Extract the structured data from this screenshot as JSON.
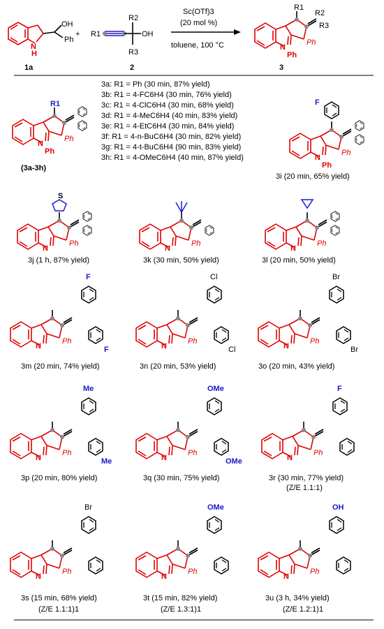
{
  "scheme": {
    "reagent_1": "1a",
    "reagent_2": "2",
    "product": "3",
    "plus": "+",
    "condition_catalyst": "Sc(OTf)3",
    "condition_loading": "(20 mol %)",
    "condition_solvent_temp": "toluene, 100 °C",
    "labels": {
      "oh": "OH",
      "ph": "Ph",
      "nh": "N",
      "h": "H",
      "n": "N",
      "r1": "R1",
      "r2": "R2",
      "r3": "R3"
    }
  },
  "table_3a_3h": {
    "label": "(3a-3h)",
    "entries": [
      "3a: R1 = Ph (30 min, 87% yield)",
      "3b: R1 = 4-FC6H4 (30 min, 76% yield)",
      "3c: R1 = 4-ClC6H4 (30 min, 68% yield)",
      "3d: R1 = 4-MeC6H4 (40 min, 83% yield)",
      "3e: R1 = 4-EtC6H4 (30 min, 84% yield)",
      "3f: R1 = 4-n-BuC6H4 (30 min, 82% yield)",
      "3g: R1 = 4-t-BuC6H4 (90 min, 83% yield)",
      "3h: R1 = 4-OMeC6H4 (40 min, 87% yield)"
    ]
  },
  "compounds": [
    {
      "id": "3i",
      "caption": "3i (20 min, 65% yield)",
      "sub": "F",
      "sub2": "",
      "note": ""
    },
    {
      "id": "3j",
      "caption": "3j (1 h, 87% yield)",
      "sub": "S",
      "sub2": "",
      "note": ""
    },
    {
      "id": "3k",
      "caption": "3k (30 min, 50% yield)",
      "sub": "",
      "sub2": "",
      "note": ""
    },
    {
      "id": "3l",
      "caption": "3l (20 min, 50% yield)",
      "sub": "",
      "sub2": "",
      "note": ""
    },
    {
      "id": "3m",
      "caption": "3m (20 min, 74% yield)",
      "sub": "F",
      "sub2": "F",
      "note": ""
    },
    {
      "id": "3n",
      "caption": "3n (20 min, 53% yield)",
      "sub": "Cl",
      "sub2": "Cl",
      "note": ""
    },
    {
      "id": "3o",
      "caption": "3o (20 min, 43% yield)",
      "sub": "Br",
      "sub2": "Br",
      "note": ""
    },
    {
      "id": "3p",
      "caption": "3p (20 min, 80% yield)",
      "sub": "Me",
      "sub2": "Me",
      "note": ""
    },
    {
      "id": "3q",
      "caption": "3q (30 min, 75% yield)",
      "sub": "OMe",
      "sub2": "OMe",
      "note": ""
    },
    {
      "id": "3r",
      "caption": "3r (30 min, 77% yield)",
      "sub": "F",
      "sub2": "",
      "note": "(Z/E 1.1:1)"
    },
    {
      "id": "3s",
      "caption": "3s (15 min, 68% yield)",
      "sub": "Br",
      "sub2": "",
      "note": "(Z/E 1.1:1)1"
    },
    {
      "id": "3t",
      "caption": "3t (15 min, 82% yield)",
      "sub": "OMe",
      "sub2": "",
      "note": "(Z/E 1.3:1)1"
    },
    {
      "id": "3u",
      "caption": "3u (3 h, 34% yield)",
      "sub": "OH",
      "sub2": "",
      "note": "(Z/E 1.2:1)1"
    }
  ]
}
